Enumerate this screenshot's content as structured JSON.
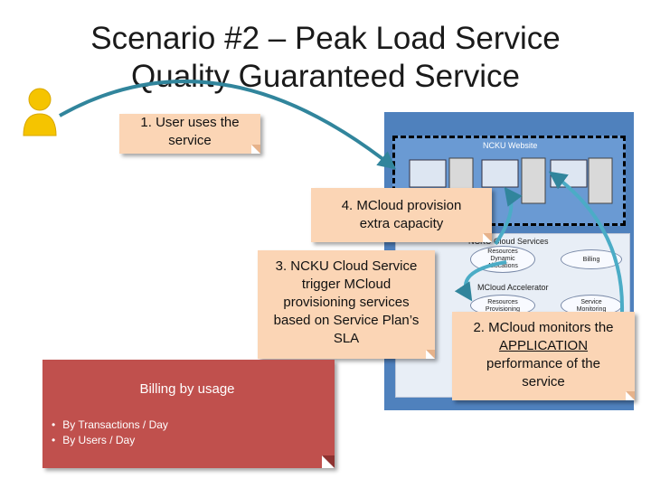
{
  "slide": {
    "title_line1": "Scenario #2 – Peak Load Service",
    "title_line2": "Quality Guaranteed Service"
  },
  "notes": {
    "step1": [
      "1. User uses the",
      "service"
    ],
    "step4": [
      "4. MCloud provision",
      "extra capacity"
    ],
    "step3": [
      "3. NCKU Cloud Service",
      "trigger MCloud",
      "provisioning services",
      "based on Service Plan’s",
      "SLA"
    ],
    "step2": [
      "2. MCloud monitors the",
      "APPLICATION",
      "performance of the",
      "service"
    ]
  },
  "diagram": {
    "website_label": "NCKU Website",
    "cloud_services_label": "NCKU Cloud Services",
    "accelerator_label": "MCloud Accelerator",
    "nodes": {
      "resources_dynamic": [
        "Resources",
        "Dynamic",
        "Allocations"
      ],
      "billing": [
        "Billing"
      ],
      "resources_provisioning": [
        "Resources",
        "Provisioning"
      ],
      "service_monitoring": [
        "Service",
        "Monitoring"
      ]
    }
  },
  "billing": {
    "title": "Billing by usage",
    "items": [
      "By Transactions / Day",
      "By Users / Day"
    ]
  },
  "colors": {
    "note_fill": "#fbd5b5",
    "billing_fill": "#c0504d",
    "diagram_blue": "#4f81bd",
    "arrow": "#4bacc6",
    "person": "#f5c400"
  }
}
